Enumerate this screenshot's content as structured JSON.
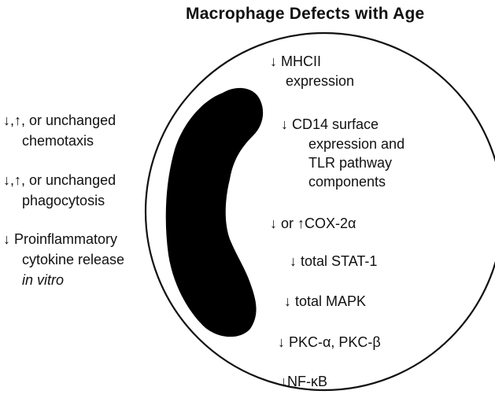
{
  "title": "Macrophage Defects with Age",
  "left_notes": [
    {
      "lines": [
        "↓,↑,  or unchanged",
        "chemotaxis"
      ]
    },
    {
      "lines": [
        "↓,↑,  or unchanged",
        "phagocytosis"
      ]
    },
    {
      "lines": [
        "↓   Proinflammatory",
        "cytokine release",
        "in vitro"
      ]
    }
  ],
  "cell_notes": {
    "mhcii": [
      "↓ MHCII",
      "expression"
    ],
    "cd14": [
      "↓  CD14 surface",
      "expression and",
      "TLR pathway",
      "components"
    ],
    "cox2": "↓ or ↑COX-2α",
    "stat1": "↓ total STAT-1",
    "mapk": "↓ total MAPK",
    "pkc": "↓ PKC-α, PKC-β",
    "nfkb": "↓NF-κB"
  },
  "colors": {
    "ink": "#111111",
    "nucleus": "#000000",
    "background": "#ffffff"
  }
}
